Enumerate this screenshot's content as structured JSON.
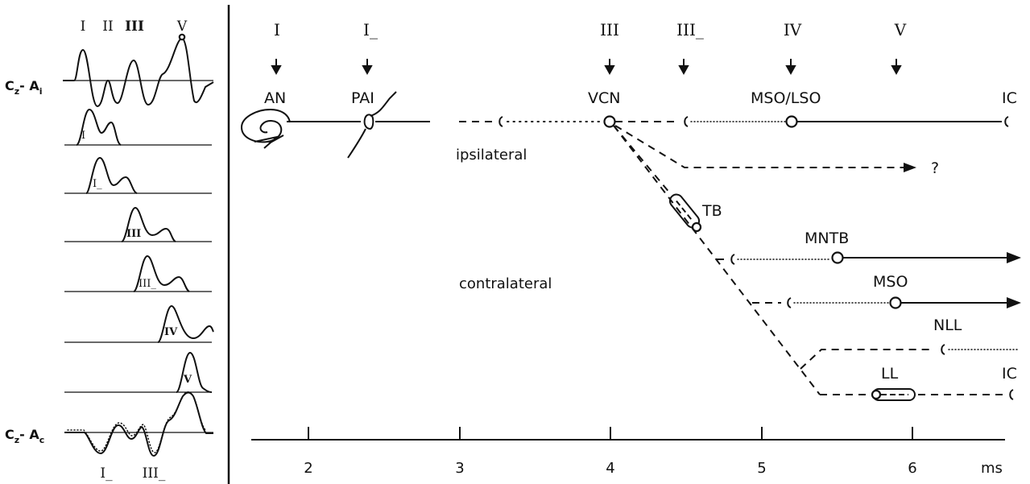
{
  "left_panel": {
    "top_wave_label": "C",
    "top_wave_sub": "z",
    "top_wave_ref": "- A",
    "top_wave_ref_sub": "i",
    "bottom_wave_label": "C",
    "bottom_wave_sub": "z",
    "bottom_wave_ref": "- A",
    "bottom_wave_ref_sub": "c",
    "top_peak_labels": [
      "I",
      "II",
      "III",
      "V"
    ],
    "bottom_peak_labels": [
      "I_",
      "III_"
    ],
    "component_labels": [
      "I",
      "I_",
      "III",
      "III_",
      "IV",
      "V"
    ]
  },
  "right_panel": {
    "wave_markers": [
      "I",
      "I_",
      "III",
      "III_",
      "IV",
      "V"
    ],
    "structures": {
      "an": "AN",
      "pai": "PAI",
      "vcn": "VCN",
      "mso_lso": "MSO/LSO",
      "ic_top": "IC",
      "tb": "TB",
      "mntb": "MNTB",
      "mso": "MSO",
      "nll": "NLL",
      "ll": "LL",
      "ic_bottom": "IC"
    },
    "pathway_labels": {
      "ipsilateral": "ipsilateral",
      "contralateral": "contralateral",
      "unknown": "?"
    },
    "time_axis": {
      "ticks": [
        "2",
        "3",
        "4",
        "5",
        "6"
      ],
      "unit": "ms"
    }
  }
}
